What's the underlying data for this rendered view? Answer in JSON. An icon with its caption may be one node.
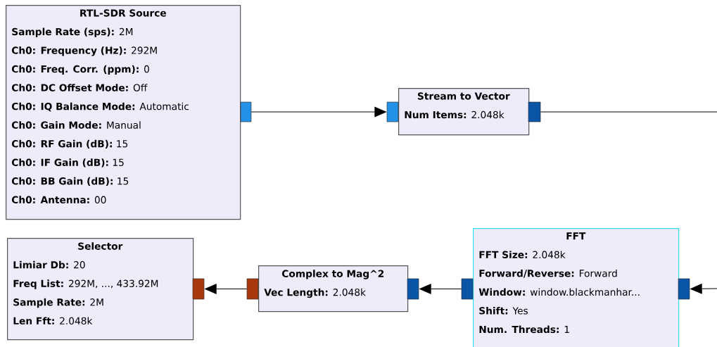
{
  "diagram": {
    "nodes": [
      {
        "text": [
          "RTL-SDR Source",
          "**Sample Rate (sps):** 2M",
          "**Ch0: Frequency (Hz):** 292M",
          "**Ch0: Freq. Corr. (ppm):** 0",
          "**Ch0: DC Offset Mode:** Off",
          "**Ch0: IQ Balance Mode:** Automatic",
          "**Ch0: Gain Mode:** Manual",
          "**Ch0: RF Gain (dB):** 15",
          "**Ch0: IF Gain (dB):** 15",
          "**Ch0: BB Gain (dB):** 15",
          "**Ch0: Antenna:** 00"
        ]
      },
      {
        "text": [
          "Stream to Vector",
          "**Num Items:** 2.048k"
        ]
      },
      {
        "text": [
          "Selector",
          "**Limiar Db:** 20",
          "**Freq List:** 292M, ..., 433.92M",
          "**Sample Rate:** 2M",
          "**Len Fft:** 2.048k"
        ]
      },
      {
        "text": [
          "Complex to Mag^2",
          "**Vec Length:** 2.048k"
        ]
      },
      {
        "text": [
          "FFT",
          "**FFT Size:** 2.048k",
          "**Forward/Reverse:** Forward",
          "**Window:** window.blackmanhar...",
          "**Shift:** Yes",
          "**Num. Threads:** 1"
        ]
      },
      {
        "text": [],
        "shape": "box"
      },
      {
        "text": [],
        "shape": "box"
      },
      {
        "text": [],
        "shape": "box"
      },
      {
        "text": [],
        "shape": "box"
      },
      {
        "text": [],
        "shape": "box"
      },
      {
        "text": [],
        "shape": "box"
      },
      {
        "text": [],
        "shape": "box"
      },
      {
        "text": [],
        "shape": "box"
      }
    ],
    "edges": [
      {
        "from": 5,
        "to": 6,
        "arrow": "to"
      },
      {
        "from": 7,
        "to": null,
        "arrow": "none"
      },
      {
        "from": null,
        "to": 12,
        "arrow": "to"
      },
      {
        "from": 11,
        "to": 10,
        "arrow": "to"
      },
      {
        "from": 9,
        "to": 8,
        "arrow": "to"
      }
    ]
  }
}
